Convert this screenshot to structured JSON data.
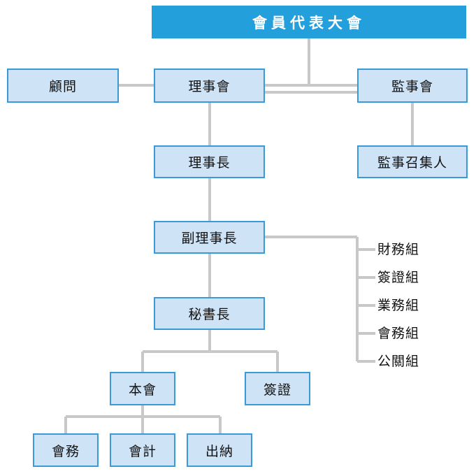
{
  "org_chart": {
    "assembly": "會員代表大會",
    "advisor": "顧問",
    "board": "理事會",
    "supervisors": "監事會",
    "chairman": "理事長",
    "convener": "監事召集人",
    "vice_chairman": "副理事長",
    "secretary_general": "秘書長",
    "head_office": "本會",
    "visa_office": "簽證",
    "members_affairs": "會務",
    "accounting": "會計",
    "cashier": "出納",
    "groups": [
      "財務組",
      "簽證組",
      "業務組",
      "會務組",
      "公關組"
    ]
  },
  "colors": {
    "header_fill": "#23a0dc",
    "box_fill": "#cfe3f6",
    "box_border": "#3a9ad9",
    "connector": "#c8c8c8"
  }
}
